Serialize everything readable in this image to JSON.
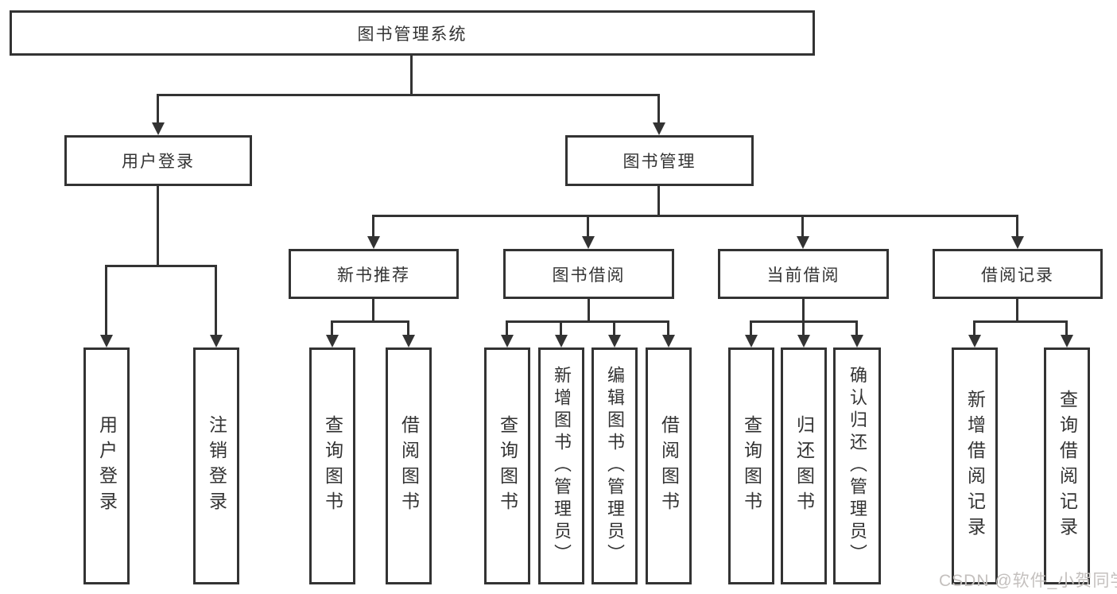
{
  "diagram": {
    "root": {
      "label": "图书管理系统"
    },
    "level2": [
      {
        "label": "用户登录"
      },
      {
        "label": "图书管理"
      }
    ],
    "level3": [
      {
        "label": "新书推荐"
      },
      {
        "label": "图书借阅"
      },
      {
        "label": "当前借阅"
      },
      {
        "label": "借阅记录"
      }
    ],
    "leaves": {
      "user_login": [
        {
          "label": "用户登录"
        },
        {
          "label": "注销登录"
        }
      ],
      "new_books": [
        {
          "label": "查询图书"
        },
        {
          "label": "借阅图书"
        }
      ],
      "book_borrow": [
        {
          "label": "查询图书"
        },
        {
          "label": "新增图书（管理员）"
        },
        {
          "label": "编辑图书（管理员）"
        },
        {
          "label": "借阅图书"
        }
      ],
      "current_borrow": [
        {
          "label": "查询图书"
        },
        {
          "label": "归还图书"
        },
        {
          "label": "确认归还（管理员）"
        }
      ],
      "borrow_records": [
        {
          "label": "新增借阅记录"
        },
        {
          "label": "查询借阅记录"
        }
      ]
    },
    "watermark": "CSDN @软件_小贺同学",
    "colors": {
      "line": "#333333",
      "text": "#333333",
      "watermark": "#c4c0be",
      "background": "#ffffff"
    }
  }
}
